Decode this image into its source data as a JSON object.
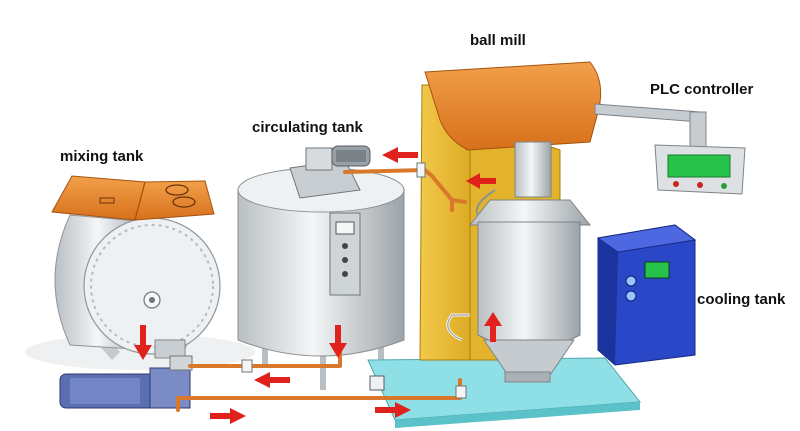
{
  "labels": {
    "mixing_tank": "mixing tank",
    "circulating_tank": "circulating tank",
    "ball_mill": "ball mill",
    "plc_controller": "PLC controller",
    "cooling_tank": "cooling tank"
  },
  "colors": {
    "orange": "#e8841e",
    "pipe": "#d9772a",
    "yellow_frame": "#e8b82a",
    "steel": "#d6dadd",
    "steel_dark": "#9aa1a6",
    "cooling_blue": "#2a47c8",
    "base_cyan": "#8fe0e6",
    "motor_blue": "#5a6fb0",
    "arrow_red": "#e0211c",
    "screen_green": "#27c24a"
  },
  "icons": {
    "flow_arrow": "red-flow-arrow",
    "control_panel": "control-panel-icon",
    "screen": "screen-icon"
  }
}
